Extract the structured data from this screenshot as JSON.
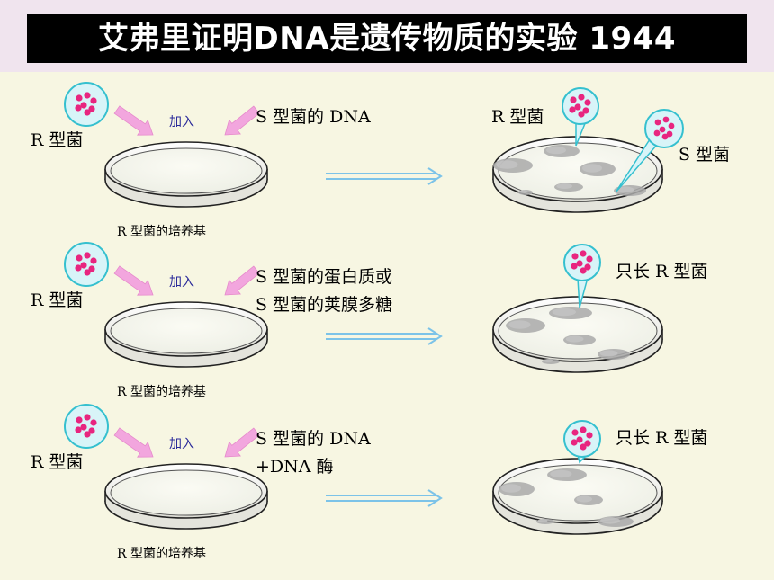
{
  "title": "艾弗里证明DNA是遗传物质的实验 1944",
  "rows": [
    {
      "bacteria_label": "R 型菌",
      "add_label": "加入",
      "additive_lines": [
        "S 型菌的 DNA"
      ],
      "medium_label": "R 型菌的培养基",
      "result_labels": [
        "R 型菌",
        "S 型菌"
      ]
    },
    {
      "bacteria_label": "R 型菌",
      "add_label": "加入",
      "additive_lines": [
        "S 型菌的蛋白质或",
        "S 型菌的荚膜多糖"
      ],
      "medium_label": "R 型菌的培养基",
      "result_labels": [
        "只长 R 型菌"
      ]
    },
    {
      "bacteria_label": "R 型菌",
      "add_label": "加入",
      "additive_lines": [
        "S 型菌的 DNA",
        "+DNA 酶"
      ],
      "medium_label": "R 型菌的培养基",
      "result_labels": [
        "只长 R 型菌"
      ]
    }
  ],
  "colors": {
    "background": "#f7f6e2",
    "title_bar": "#000000",
    "title_text": "#ffffff",
    "top_band": "#f0e4ee",
    "bubble_fill": "#d8f4f8",
    "bubble_stroke": "#35c0cf",
    "bacteria": "#e8257f",
    "pink_arrow": "#f2a6de",
    "process_arrow": "#7cc3e8",
    "colony": "#a9a9a9"
  },
  "icons": [
    "bacteria-bubble-icon",
    "pink-arrow-icon",
    "petri-dish-icon",
    "double-arrow-icon",
    "colony-icon"
  ]
}
